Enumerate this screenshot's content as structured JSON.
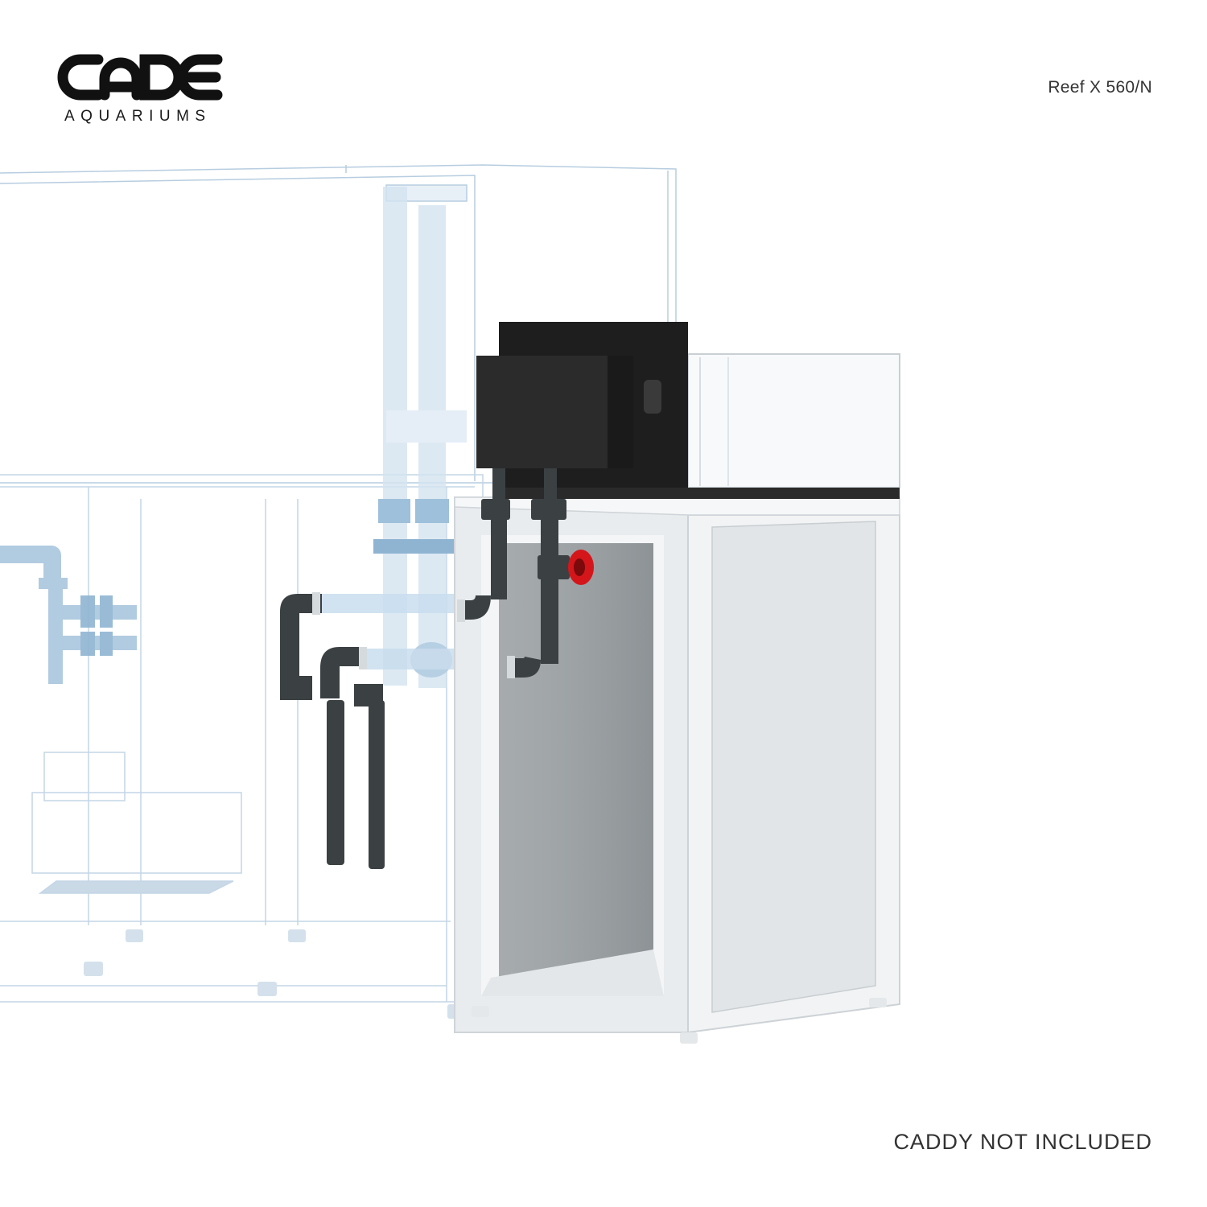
{
  "brand": {
    "wordmark": "CADE",
    "subtitle": "AQUARIUMS"
  },
  "model_name": "Reef X 560/N",
  "disclaimer": "CADDY NOT INCLUDED",
  "colors": {
    "background": "#ffffff",
    "blueprint": "#8fb4d2",
    "pipe_dark": "#3a3f42",
    "cabinet_white": "#eef0f1",
    "overflow_box": "#232323",
    "valve_red": "#d4161b"
  }
}
